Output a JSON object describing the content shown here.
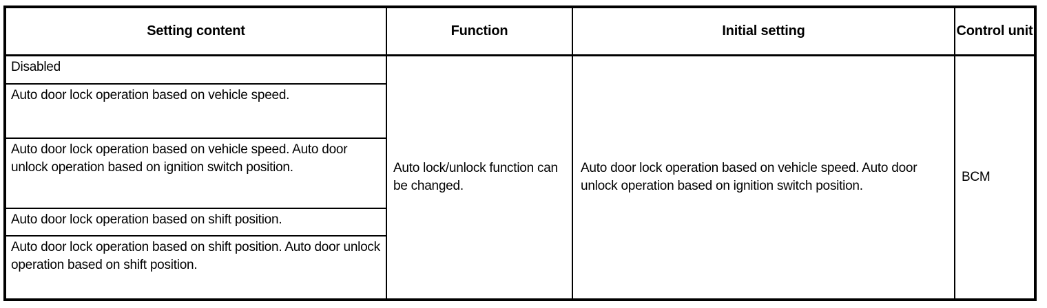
{
  "table": {
    "headers": [
      {
        "label": "Setting content",
        "key": "setting-content"
      },
      {
        "label": "Function",
        "key": "function"
      },
      {
        "label": "Initial setting",
        "key": "initial-setting"
      },
      {
        "label": "Control unit",
        "key": "control-unit"
      }
    ],
    "setting_content_rows": [
      {
        "text": "Disabled"
      },
      {
        "text": "Auto door lock operation based on vehicle speed."
      },
      {
        "text": "Auto door lock operation based on vehicle speed. Auto door unlock operation based on ignition switch position."
      },
      {
        "text": "Auto door lock operation based on shift position."
      },
      {
        "text": "Auto door lock operation based on shift position. Auto door unlock operation based on shift position."
      }
    ],
    "function": "Auto lock/unlock function can be changed.",
    "initial_setting": "Auto door lock operation based on vehicle speed. Auto door unlock operation based on ignition switch position.",
    "control_unit": "BCM"
  },
  "colors": {
    "border": "#000000",
    "text": "#000000",
    "background": "#ffffff"
  }
}
